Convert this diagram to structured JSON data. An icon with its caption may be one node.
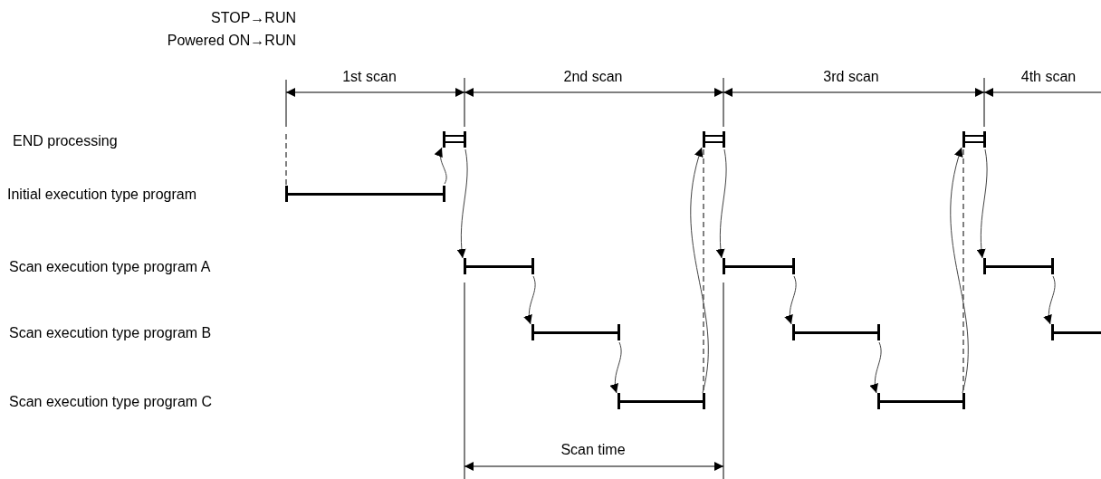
{
  "diagram": {
    "nodes": [
      {
        "text": [],
        "shape": "bar"
      },
      {
        "text": [],
        "shape": "bar"
      },
      {
        "text": [],
        "shape": "bar"
      },
      {
        "text": [],
        "shape": "bar"
      },
      {
        "text": [],
        "shape": "bar"
      },
      {
        "text": [],
        "shape": "bar"
      },
      {
        "text": [],
        "shape": "bar"
      },
      {
        "text": [],
        "shape": "bar"
      },
      {
        "text": [],
        "shape": "bar"
      },
      {
        "text": [],
        "shape": "bar"
      },
      {
        "text": [],
        "shape": "bar"
      },
      {
        "text": [],
        "shape": "bar"
      }
    ],
    "edges": [
      {
        "from": 0,
        "to": 1,
        "arrow": "to"
      },
      {
        "from": 1,
        "to": 2,
        "arrow": "to"
      },
      {
        "from": 2,
        "to": 3,
        "arrow": "to"
      },
      {
        "from": 3,
        "to": 4,
        "arrow": "to"
      },
      {
        "from": 4,
        "to": 5,
        "arrow": "to"
      },
      {
        "from": 5,
        "to": 6,
        "arrow": "to"
      },
      {
        "from": 6,
        "to": 7,
        "arrow": "to"
      },
      {
        "from": 7,
        "to": 8,
        "arrow": "to"
      },
      {
        "from": 8,
        "to": 9,
        "arrow": "to"
      },
      {
        "from": 9,
        "to": 10,
        "arrow": "to"
      },
      {
        "from": 10,
        "to": 11,
        "arrow": "to"
      }
    ],
    "labels": [
      "STOP→RUN",
      "Powered ON→RUN",
      "1st scan",
      "2nd scan",
      "3rd scan",
      "4th scan",
      "END processing",
      "Initial execution type program",
      "Scan execution type program A",
      "Scan execution type program B",
      "Scan execution type program C",
      "Scan time"
    ]
  }
}
